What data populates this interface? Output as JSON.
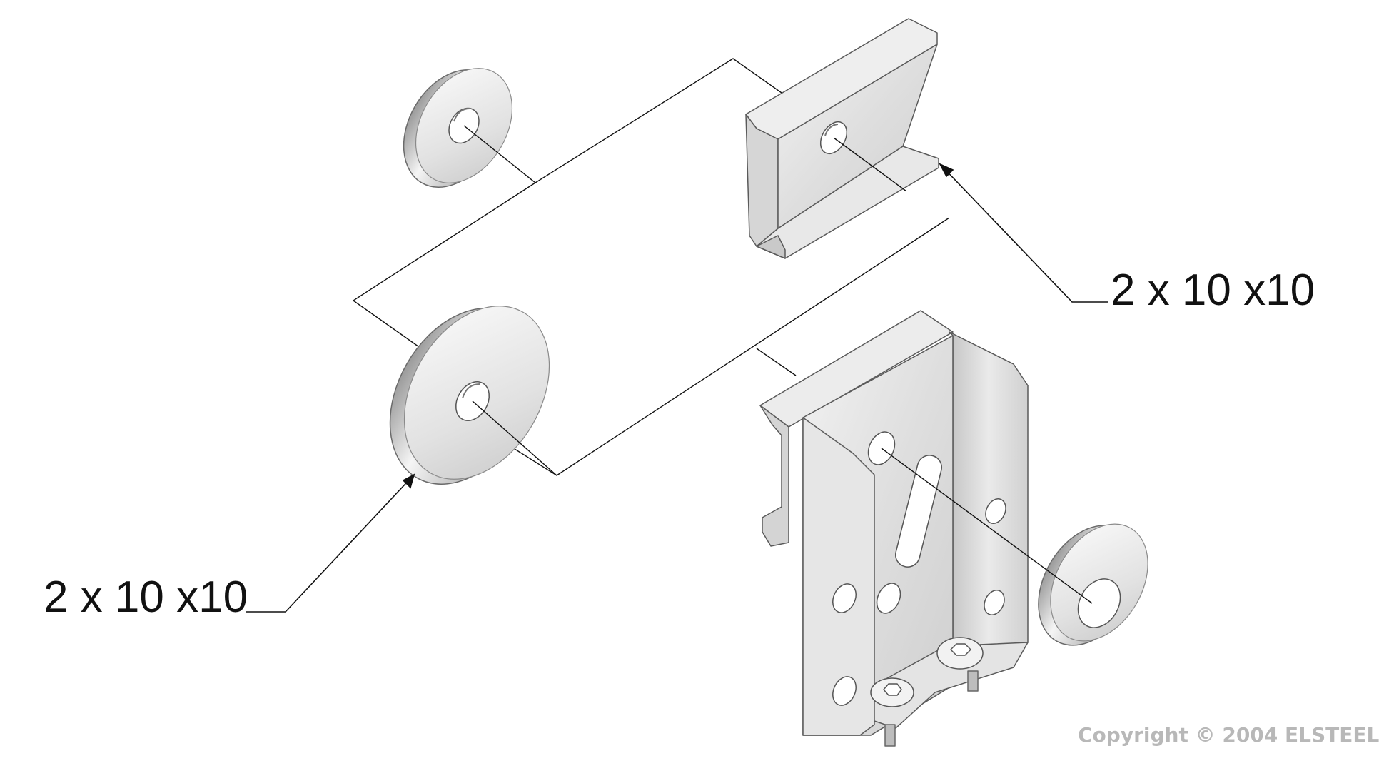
{
  "callouts": {
    "right": "2 x 10 x10",
    "left": "2 x 10 x10"
  },
  "copyright": "Copyright © 2004 ELSTEEL",
  "colors": {
    "line": "#111111",
    "metal_light": "#f4f4f4",
    "metal_mid": "#dcdcdc",
    "metal_dark": "#b9b9b9",
    "edge": "#5a5a5a",
    "copyright": "#b8b8b8"
  }
}
